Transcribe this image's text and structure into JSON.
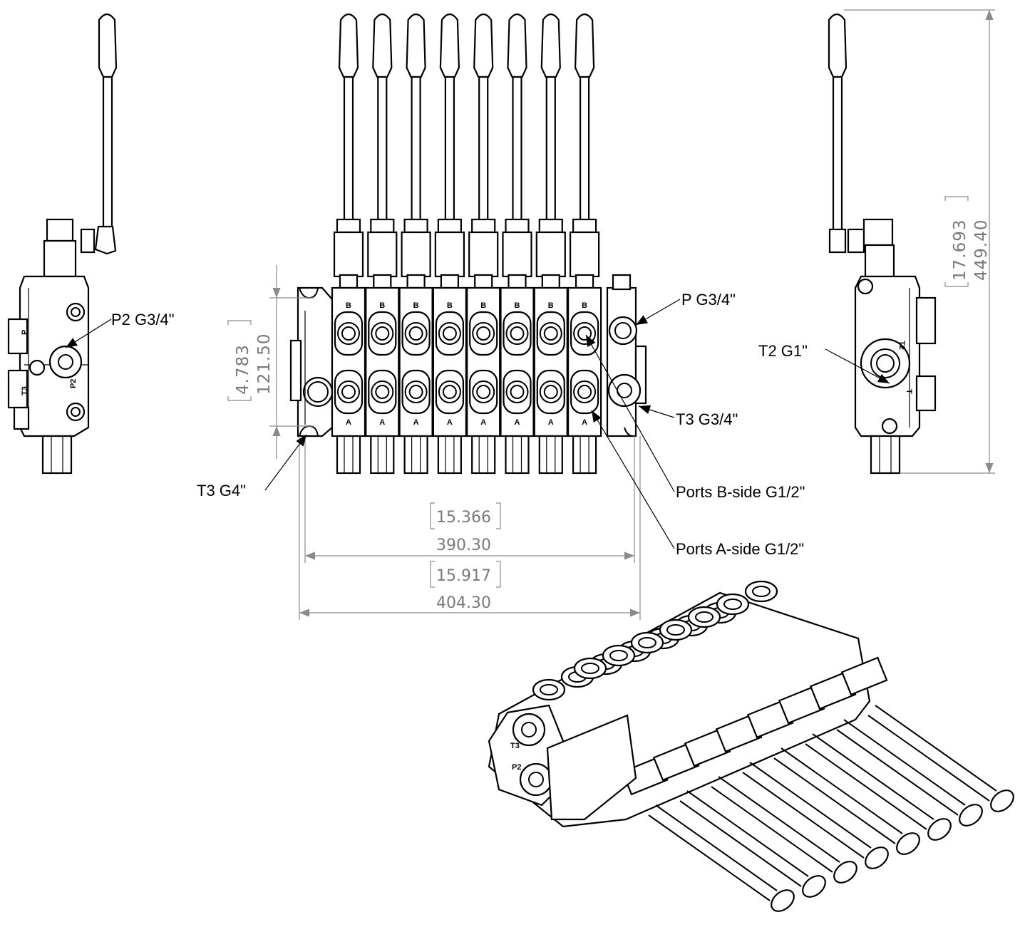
{
  "callouts": {
    "p2": "P2 G3/4\"",
    "p": "P G3/4\"",
    "t2": "T2 G1\"",
    "t3_small": "T3 G3/4\"",
    "t3_large": "T3 G4\"",
    "ports_b": "Ports B-side G1/2\"",
    "ports_a": "Ports A-side G1/2\""
  },
  "dimensions": {
    "height_small_in": "4.783",
    "height_small_mm": "121.50",
    "height_total_in": "17.693",
    "height_total_mm": "449.40",
    "width_inner_in": "15.366",
    "width_inner_mm": "390.30",
    "width_outer_in": "15.917",
    "width_outer_mm": "404.30"
  },
  "port_marks": {
    "b": "B",
    "a": "A",
    "p": "P",
    "t": "T",
    "p2": "P2",
    "t2": "T2",
    "t3": "T3"
  }
}
